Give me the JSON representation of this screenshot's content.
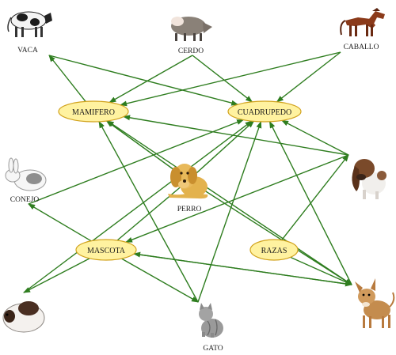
{
  "colors": {
    "arrow": "#2e7d1f",
    "node_fill": "#fff2a0",
    "node_stroke": "#d1a21c"
  },
  "concepts": {
    "mamifero": "MAMIFERO",
    "cuadrupedo": "CUADRUPEDO",
    "mascota": "MASCOTA",
    "razas": "RAZAS"
  },
  "animals": {
    "vaca": "VACA",
    "cerdo": "CERDO",
    "caballo": "CABALLO",
    "conejo": "CONEJO",
    "perro": "PERRO",
    "gato": "GATO"
  },
  "pictures": [
    "cow",
    "pig",
    "horse",
    "rabbit",
    "dog-golden",
    "dog-basset",
    "guinea-pig",
    "cat",
    "dog-chihuahua"
  ],
  "edges": [
    [
      "cerdo",
      "mamifero"
    ],
    [
      "cerdo",
      "cuadrupedo"
    ],
    [
      "caballo",
      "mamifero"
    ],
    [
      "caballo",
      "cuadrupedo"
    ],
    [
      "mamifero",
      "vaca"
    ],
    [
      "vaca",
      "cuadrupedo"
    ],
    [
      "conejo",
      "cuadrupedo"
    ],
    [
      "perro",
      "mamifero"
    ],
    [
      "perro",
      "cuadrupedo"
    ],
    [
      "perro",
      "chihuahua"
    ],
    [
      "basset",
      "mamifero"
    ],
    [
      "basset",
      "cuadrupedo"
    ],
    [
      "mascota",
      "conejo"
    ],
    [
      "mascota",
      "guinea"
    ],
    [
      "mascota",
      "perro"
    ],
    [
      "mascota",
      "gato"
    ],
    [
      "mascota",
      "chihuahua"
    ],
    [
      "razas",
      "basset"
    ],
    [
      "razas",
      "chihuahua"
    ],
    [
      "basset",
      "mascota"
    ],
    [
      "chihuahua",
      "mascota"
    ],
    [
      "chihuahua",
      "cuadrupedo"
    ],
    [
      "chihuahua",
      "mamifero"
    ],
    [
      "gato",
      "mamifero"
    ],
    [
      "gato",
      "cuadrupedo"
    ],
    [
      "guinea",
      "cuadrupedo"
    ]
  ]
}
